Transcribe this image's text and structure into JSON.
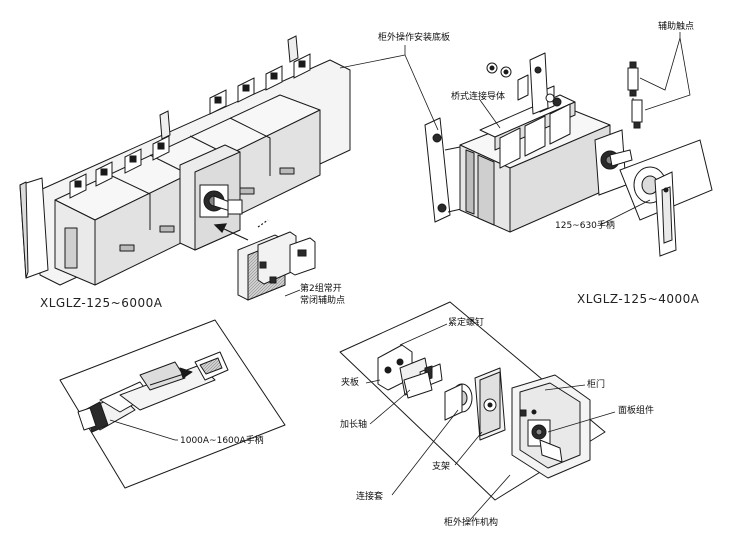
{
  "labels": {
    "panel_plate": "柜外操作安装底板",
    "aux_contact": "辅助触点",
    "bridge_conductor": "桥式连接导体",
    "handle_125_630": "125~630手柄",
    "second_group_line1": "第2组常开",
    "second_group_line2": "常闭辅助点",
    "handle_1000_1600": "1000A~1600A手柄",
    "set_screw": "紧定螺钉",
    "clamp_plate": "夹板",
    "extension_shaft": "加长轴",
    "bracket": "支架",
    "coupling_sleeve": "连接套",
    "cabinet_door": "柜门",
    "panel_assembly": "面板组件",
    "external_mechanism": "柜外操作机构"
  },
  "models": {
    "left": "XLGLZ-125~6000A",
    "right": "XLGLZ-125~4000A"
  },
  "colors": {
    "line": "#1a1a1a",
    "fill_light": "#f4f4f4",
    "fill_mid": "#d9d9d9",
    "fill_dark": "#8a8a8a",
    "fill_black": "#2a2a2a"
  }
}
